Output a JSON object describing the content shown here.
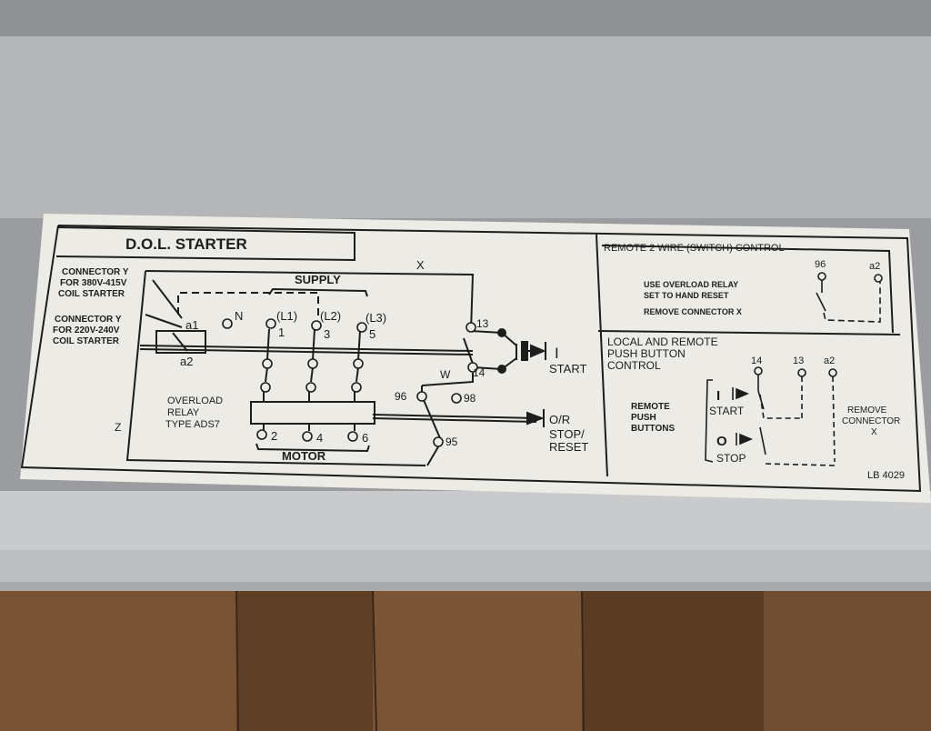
{
  "label": {
    "title": "D.O.L. STARTER",
    "code": "LB 4029",
    "main": {
      "connector_y_380": [
        "CONNECTOR Y",
        "FOR 380V-415V",
        "COIL STARTER"
      ],
      "connector_y_220": [
        "CONNECTOR Y",
        "FOR 220V-240V",
        "COIL STARTER"
      ],
      "supply": "SUPPLY",
      "x": "X",
      "w": "W",
      "z": "Z",
      "a1": "a1",
      "a2": "a2",
      "n": "N",
      "l1": "(L1)",
      "l2": "(L2)",
      "l3": "(L3)",
      "t1": "1",
      "t3": "3",
      "t5": "5",
      "t2": "2",
      "t4": "4",
      "t6": "6",
      "t13": "13",
      "t14": "14",
      "t96": "96",
      "t98": "98",
      "t95": "95",
      "i_symbol": "I",
      "start": "START",
      "o_r": "O/R",
      "stop_reset": [
        "STOP/",
        "RESET"
      ],
      "overload": [
        "OVERLOAD",
        "RELAY",
        "TYPE ADS7"
      ],
      "motor": "MOTOR"
    },
    "remote2": {
      "title": "REMOTE 2 WIRE (SWITCH) CONTROL",
      "lines": [
        "USE OVERLOAD RELAY",
        "SET TO HAND RESET",
        "REMOVE CONNECTOR X"
      ],
      "t96": "96",
      "a2": "a2"
    },
    "local": {
      "title": [
        "LOCAL AND REMOTE",
        "PUSH BUTTON",
        "CONTROL"
      ],
      "t14": "14",
      "t13": "13",
      "a2": "a2",
      "remote_buttons": [
        "REMOTE",
        "PUSH",
        "BUTTONS"
      ],
      "i_symbol": "I",
      "start": "START",
      "o_symbol": "O",
      "stop": "STOP",
      "remove_connector": [
        "REMOVE",
        "CONNECTOR",
        "X"
      ]
    }
  },
  "colors": {
    "wall": "#9a9ca0",
    "enclosure": "#c6c6c6",
    "label_bg": "#ecebe6",
    "ink": "#1d1d1d",
    "wood": "#6b4a2e"
  }
}
